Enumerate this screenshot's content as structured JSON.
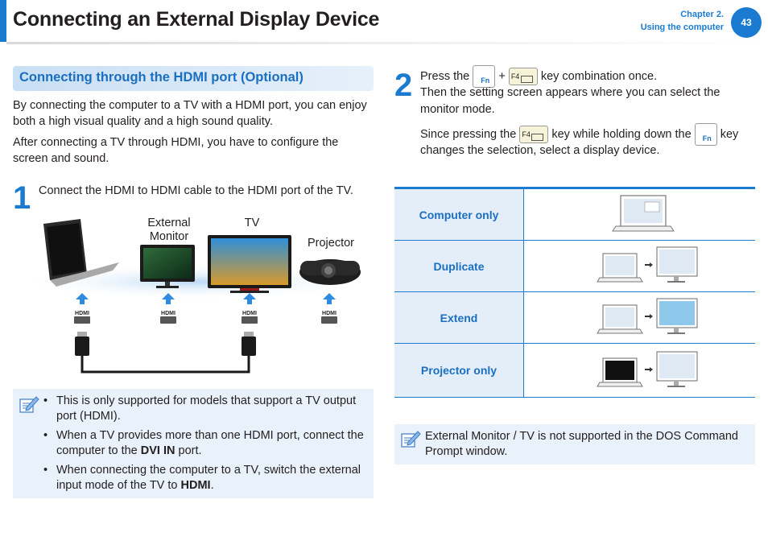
{
  "header": {
    "title": "Connecting an External Display Device",
    "chapter": "Chapter 2.",
    "chapter_title": "Using the computer",
    "page_number": "43",
    "accent_color": "#1b7bd1"
  },
  "left": {
    "section_title": "Connecting through the HDMI port (Optional)",
    "intro_1": "By connecting the computer to a TV with a HDMI port, you can enjoy both a high visual quality and a high sound quality.",
    "intro_2": "After connecting a TV through HDMI, you have to configure the screen and sound.",
    "step1": {
      "number": "1",
      "text": "Connect the HDMI to HDMI cable to the HDMI port of the TV."
    },
    "devices": {
      "external_monitor_line1": "External",
      "external_monitor_line2": "Monitor",
      "tv": "TV",
      "projector": "Projector",
      "port_label": "HDMI"
    },
    "notes": [
      {
        "text": "This is only supported for models that support a TV output port (HDMI)."
      },
      {
        "pre": "When a TV provides more than one HDMI port, connect the computer to the ",
        "bold": "DVI IN",
        "post": " port."
      },
      {
        "pre": "When connecting the computer to a TV, switch the external input mode of the TV to ",
        "bold": "HDMI",
        "post": "."
      }
    ],
    "bullet": "•"
  },
  "right": {
    "step2": {
      "number": "2",
      "press_pre": "Press the",
      "plus": "+",
      "press_post": "key combination once.",
      "line2": "Then the setting screen appears where you can select the",
      "line3": "monitor mode.",
      "since_pre": "Since pressing the",
      "since_mid": "key while holding down the",
      "since_post": "key",
      "since_line2": "changes the selection, select a display device."
    },
    "keys": {
      "fn": "Fn",
      "f4": "F4"
    },
    "modes": [
      {
        "label": "Computer only"
      },
      {
        "label": "Duplicate"
      },
      {
        "label": "Extend"
      },
      {
        "label": "Projector only"
      }
    ],
    "note": "External Monitor / TV is not supported in the DOS Command Prompt window."
  }
}
